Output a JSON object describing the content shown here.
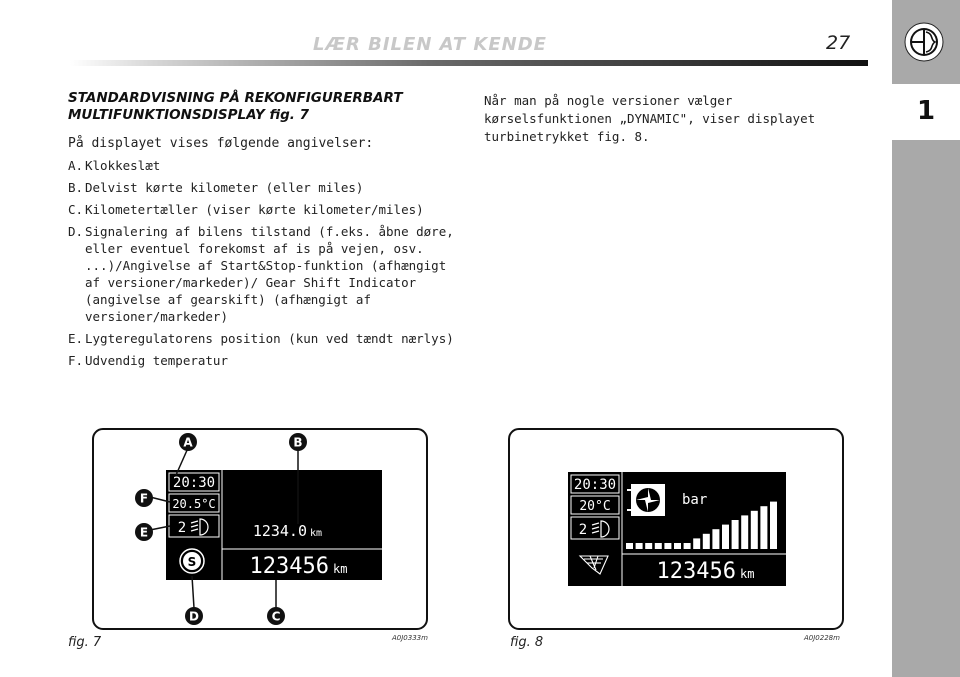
{
  "header": {
    "title": "LÆR BILEN AT KENDE",
    "page_number": "27"
  },
  "sidebar": {
    "chapter_number": "1",
    "logo_icon": "alfa-romeo-badge-icon"
  },
  "left_column": {
    "heading_line1": "STANDARDVISNING PÅ REKONFIGURERBART",
    "heading_line2": "MULTIFUNKTIONSDISPLAY fig. 7",
    "intro": "På displayet vises følgende angivelser:",
    "items": [
      {
        "letter": "A.",
        "text": "Klokkeslæt"
      },
      {
        "letter": "B.",
        "text": "Delvist kørte kilometer (eller miles)"
      },
      {
        "letter": "C.",
        "text": "Kilometertæller (viser kørte kilometer/miles)"
      },
      {
        "letter": "D.",
        "text": "Signalering af bilens tilstand (f.eks. åbne døre, eller eventuel forekomst af is på vejen, osv. ...)/Angivelse af Start&Stop-funktion (afhængigt af versioner/markeder)/ Gear Shift Indicator (angivelse af gearskift) (afhængigt af versioner/markeder)"
      },
      {
        "letter": "E.",
        "text": "Lygteregulatorens position (kun ved tændt nærlys)"
      },
      {
        "letter": "F.",
        "text": "Udvendig temperatur"
      }
    ]
  },
  "right_column": {
    "paragraph": "Når man på nogle versioner vælger kørselsfunktionen „DYNAMIC\", viser displayet turbinetrykket fig. 8."
  },
  "fig7": {
    "caption": "fig. 7",
    "code": "A0J0333m",
    "time": "20:30",
    "temperature": "20.5°C",
    "headlamp_level": "2",
    "trip": "1234.0",
    "trip_unit": "km",
    "odometer": "123456",
    "odometer_unit": "km",
    "status_symbol": "S",
    "callouts": [
      "A",
      "B",
      "C",
      "D",
      "E",
      "F"
    ],
    "icons": [
      "headlamp-level-icon",
      "start-stop-icon"
    ]
  },
  "fig8": {
    "caption": "fig. 8",
    "code": "A0J0228m",
    "time": "20:30",
    "temperature": "20°C",
    "headlamp_level": "2",
    "pressure_unit": "bar",
    "odometer": "123456",
    "odometer_unit": "km",
    "boost_bar_count": 16,
    "icons": [
      "turbine-icon",
      "headlamp-level-icon",
      "road-net-icon"
    ]
  },
  "colors": {
    "display_bg": "#000000",
    "display_fg": "#ffffff",
    "sidebar": "#a9a9a9",
    "header_title": "#c8c8c8"
  }
}
